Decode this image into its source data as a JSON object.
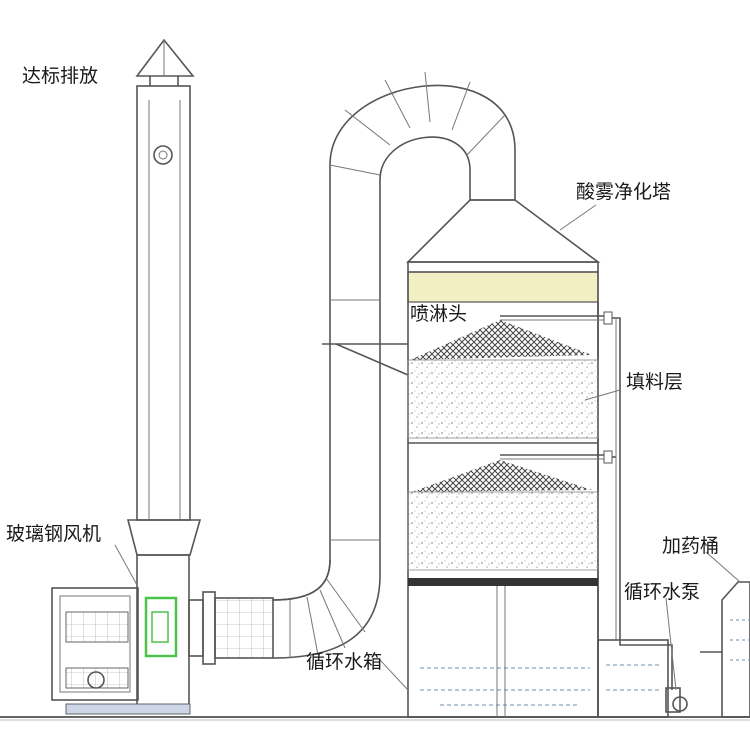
{
  "labels": {
    "exhaust": "达标排放",
    "tower": "酸雾净化塔",
    "spray": "喷淋头",
    "packing": "填料层",
    "fan": "玻璃钢风机",
    "dosing": "加药桶",
    "pump": "循环水泵",
    "tank": "循环水箱"
  },
  "colors": {
    "line": "#555555",
    "packing_band": "#f1efc3",
    "fan_highlight": "#4cc24c",
    "water": "#6f8fb0"
  }
}
